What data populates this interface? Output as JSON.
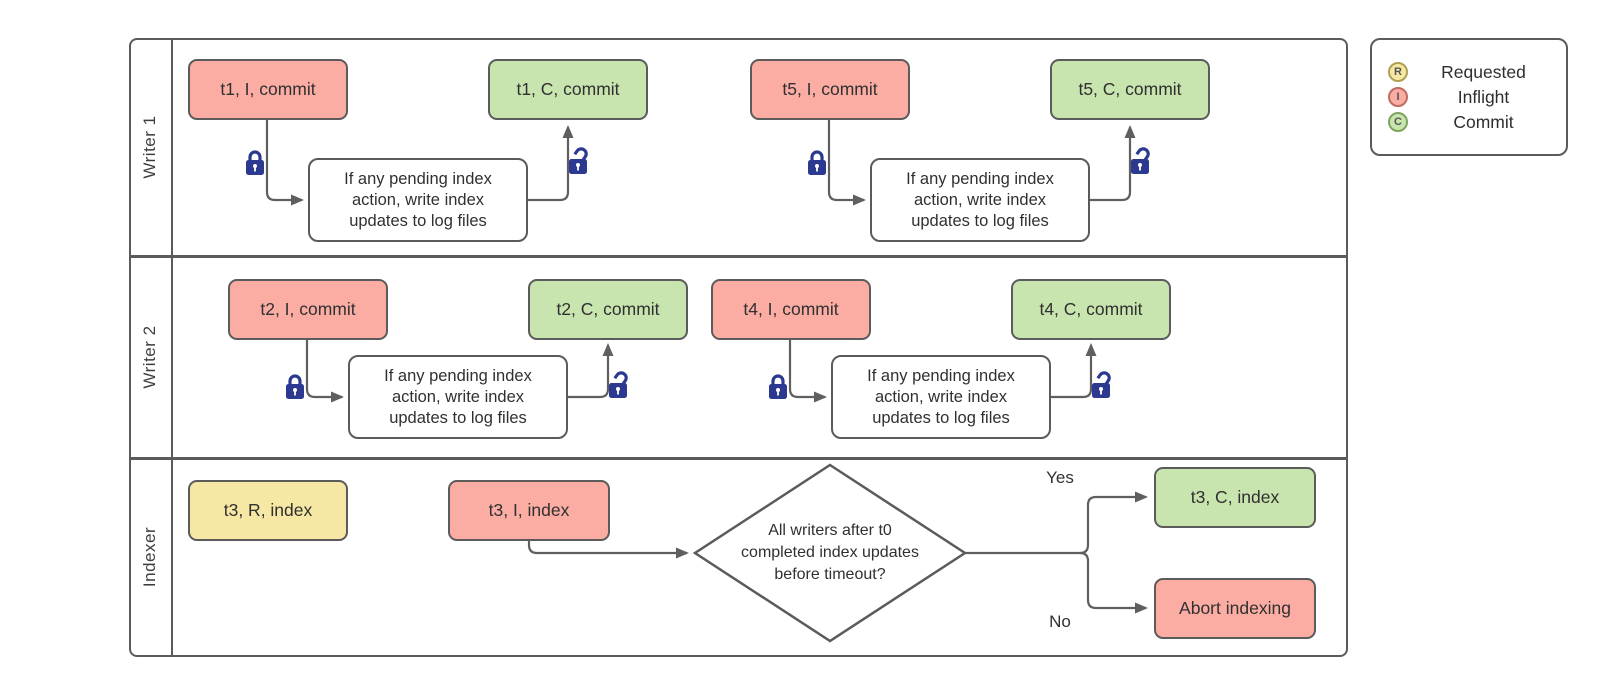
{
  "pool": {
    "lanes": [
      {
        "label": "Writer 1"
      },
      {
        "label": "Writer 2"
      },
      {
        "label": "Indexer"
      }
    ]
  },
  "nodes": {
    "t1_i": "t1, I, commit",
    "t1_c": "t1, C, commit",
    "t5_i": "t5, I, commit",
    "t5_c": "t5, C, commit",
    "t2_i": "t2, I, commit",
    "t2_c": "t2, C, commit",
    "t4_i": "t4, I, commit",
    "t4_c": "t4, C, commit",
    "t3_r": "t3, R, index",
    "t3_i": "t3, I, index",
    "t3_c": "t3, C, index",
    "abort": "Abort indexing"
  },
  "process_step": "If any pending index action, write index updates to log files",
  "decision_question": "All writers after t0 completed index updates before timeout?",
  "branch_labels": {
    "yes": "Yes",
    "no": "No"
  },
  "legend": {
    "items": [
      {
        "letter": "R",
        "label": "Requested",
        "color": "#f6e8a4",
        "border": "#ada054"
      },
      {
        "letter": "I",
        "label": "Inflight",
        "color": "#fbada4",
        "border": "#bf6b62"
      },
      {
        "letter": "C",
        "label": "Commit",
        "color": "#c9e5af",
        "border": "#7da55e"
      }
    ]
  },
  "colors": {
    "inflight": "#fbada4",
    "commit": "#c9e5af",
    "requested": "#f6e8a4",
    "process_fill": "#ffffff",
    "node_border": "#5b5b5b",
    "line": "#5f5f5f",
    "lock": "#2b3990"
  }
}
